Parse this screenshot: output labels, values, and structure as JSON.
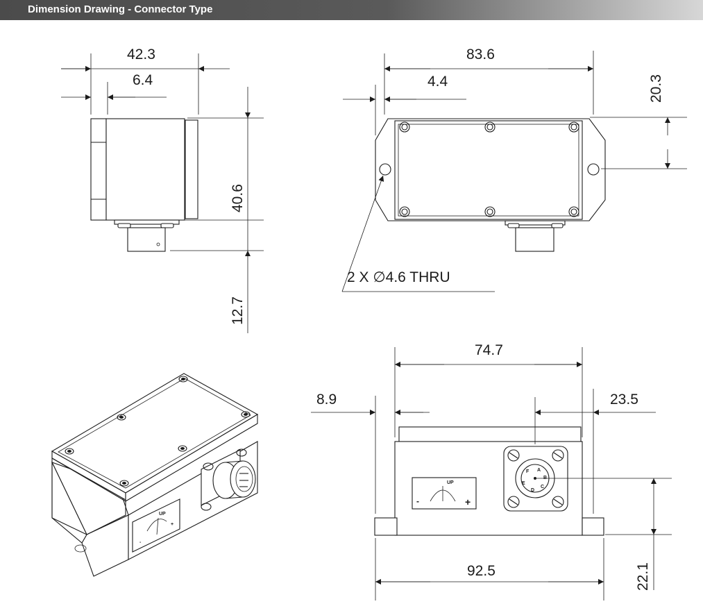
{
  "header": {
    "title": "Dimension Drawing - Connector Type"
  },
  "views": {
    "side": {
      "dims": {
        "width": "42.3",
        "offset": "6.4",
        "height": "40.6",
        "connector": "12.7"
      }
    },
    "top": {
      "dims": {
        "length": "83.6",
        "hole_offset": "4.4",
        "hole_height": "20.3"
      },
      "hole_note": "2 X ∅4.6 THRU"
    },
    "iso": {
      "label_up": "UP"
    },
    "front": {
      "dims": {
        "body": "74.7",
        "edge": "8.9",
        "connector_pos": "23.5",
        "overall": "92.5",
        "height": "22.1"
      },
      "label_up": "UP",
      "pins": [
        "A",
        "B",
        "C",
        "D",
        "E",
        "F"
      ]
    }
  },
  "colors": {
    "line": "#1b1b1b",
    "header_dark": "#4b4b4b",
    "header_light": "#d7d7d7"
  }
}
